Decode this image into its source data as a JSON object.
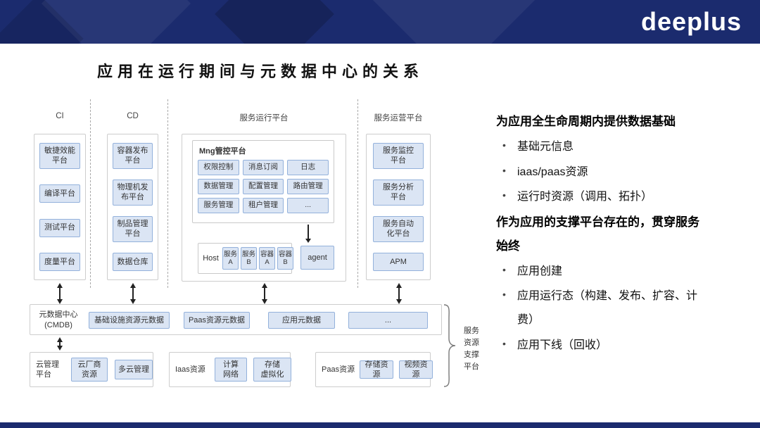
{
  "header": {
    "logo": "deeplus"
  },
  "title": "应用在运行期间与元数据中心的关系",
  "columns": {
    "ci": {
      "label": "CI",
      "boxes": [
        "敏捷效能\n平台",
        "编译平台",
        "测试平台",
        "度量平台"
      ]
    },
    "cd": {
      "label": "CD",
      "boxes": [
        "容器发布\n平台",
        "物理机发\n布平台",
        "制品管理\n平台",
        "数据仓库"
      ]
    },
    "run": {
      "label": "服务运行平台",
      "mng_title": "Mng管控平台",
      "mng_cells": [
        "权限控制",
        "消息订阅",
        "日志",
        "数据管理",
        "配置管理",
        "路由管理",
        "服务管理",
        "租户管理",
        "..."
      ],
      "host_label": "Host",
      "host_cells": [
        "服务\nA",
        "服务\nB",
        "容器\nA",
        "容器\nB"
      ],
      "agent_label": "agent"
    },
    "ops": {
      "label": "服务运营平台",
      "boxes": [
        "服务监控\n平台",
        "服务分析\n平台",
        "服务自动\n化平台",
        "APM"
      ]
    }
  },
  "cmdb": {
    "label": "元数据中心\n(CMDB)",
    "boxes": [
      "基础设施资源元数据",
      "Paas资源元数据",
      "应用元数据",
      "..."
    ]
  },
  "bottom": {
    "cloud": {
      "label": "云管理\n平台",
      "boxes": [
        "云厂商\n资源",
        "多云管理"
      ]
    },
    "iaas": {
      "label": "Iaas资源",
      "boxes": [
        "计算\n网络",
        "存储\n虚拟化"
      ]
    },
    "paas": {
      "label": "Paas资源",
      "boxes": [
        "存储资源",
        "视频资源"
      ]
    }
  },
  "brace_label": "服务\n资源\n支撑\n平台",
  "notes": {
    "heading1": "为应用全生命周期内提供数据基础",
    "bullets1": [
      "基础元信息",
      "iaas/paas资源",
      "运行时资源（调用、拓扑）"
    ],
    "heading2": "作为应用的支撑平台存在的，贯穿服务\n始终",
    "bullets2": [
      "应用创建",
      "应用运行态（构建、发布、扩容、计\n费）",
      "应用下线（回收）"
    ],
    "bullet_char": "•"
  }
}
